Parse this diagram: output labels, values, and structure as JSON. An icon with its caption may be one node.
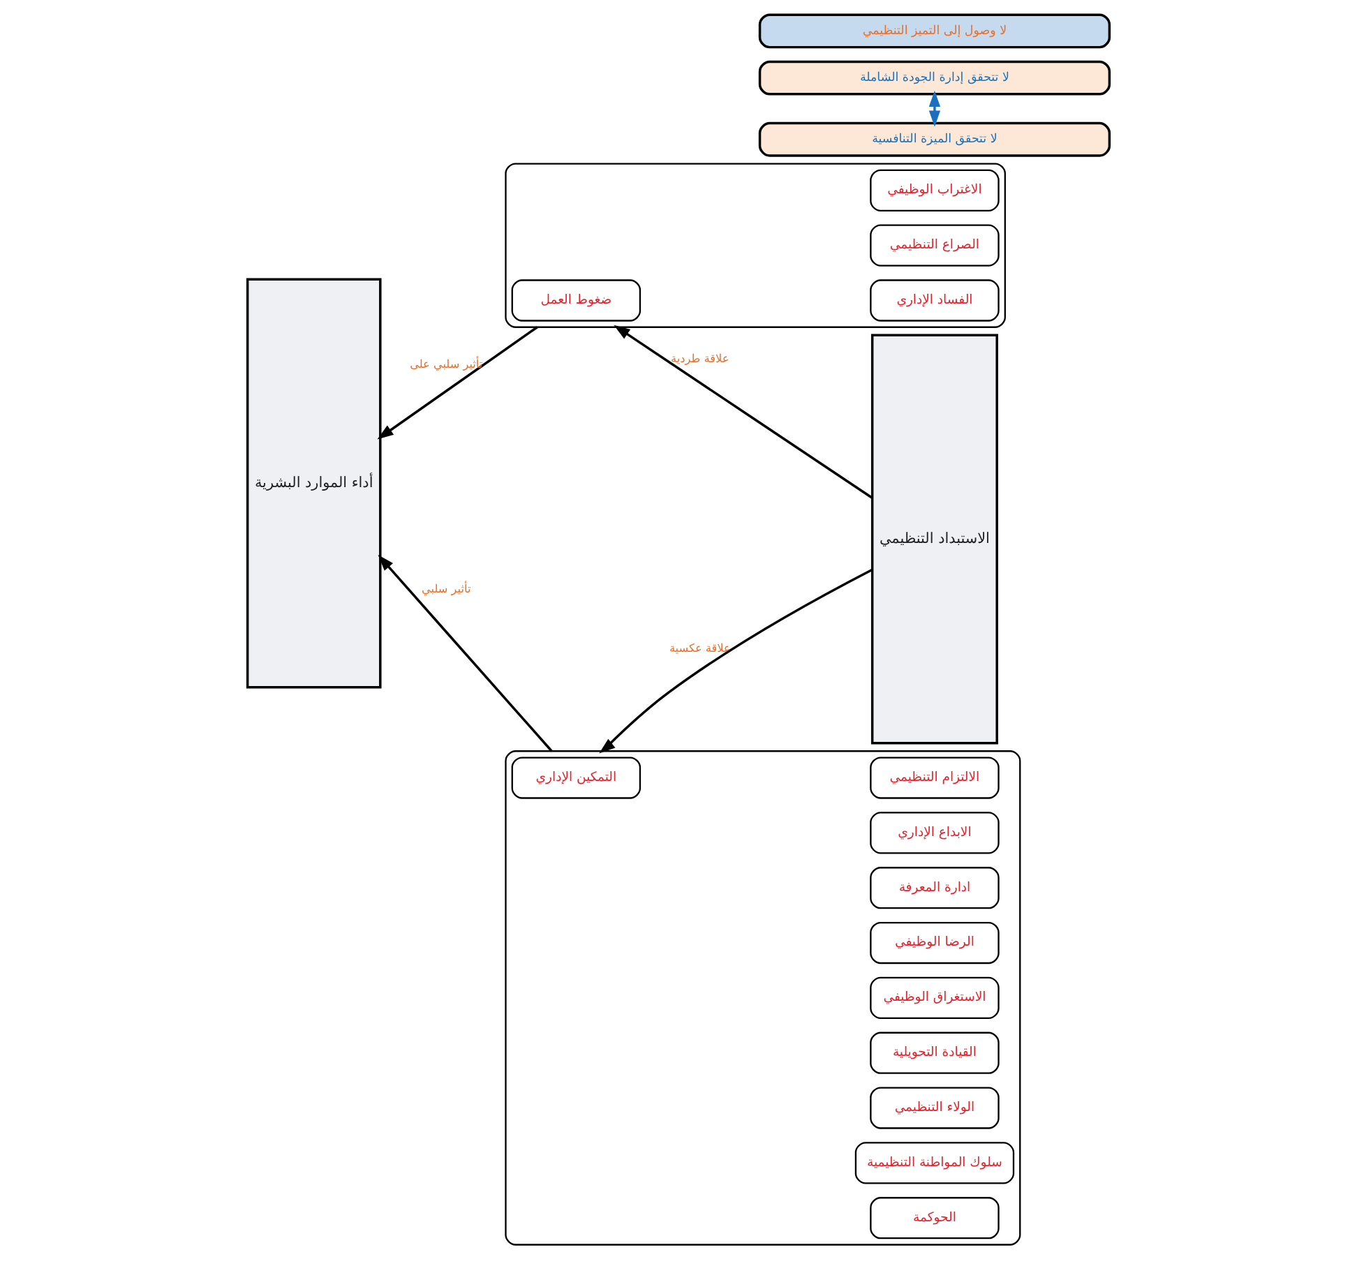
{
  "diagram": {
    "nodes": [
      {
        "text": [
          "الاستبداد التنظيمي"
        ]
      },
      {
        "text": [],
        "shape": "bracket"
      },
      {
        "text": [
          "ضغوط العمل"
        ],
        "in": 1
      },
      {
        "text": [
          "الاغتراب الوظيفي"
        ],
        "in": 1
      },
      {
        "text": [
          "الصراع التنظيمي"
        ],
        "in": 1
      },
      {
        "text": [
          "الفساد الإداري"
        ],
        "in": 1
      },
      {
        "text": [],
        "shape": "bracket"
      },
      {
        "text": [
          "التمكين الإداري"
        ],
        "in": 6
      },
      {
        "text": [
          "الالتزام التنظيمي"
        ],
        "in": 6
      },
      {
        "text": [
          "الابداع الإداري"
        ],
        "in": 6
      },
      {
        "text": [
          "ادارة المعرفة"
        ],
        "in": 6
      },
      {
        "text": [
          "الرضا الوظيفي"
        ],
        "in": 6
      },
      {
        "text": [
          "الاستغراق الوظيفي"
        ],
        "in": 6
      },
      {
        "text": [
          "القيادة التحويلية"
        ],
        "in": 6
      },
      {
        "text": [
          "الولاء التنظيمي"
        ],
        "in": 6
      },
      {
        "text": [
          "سلوك المواطنة التنظيمية"
        ],
        "in": 6
      },
      {
        "text": [
          "الحوكمة"
        ],
        "in": 6
      },
      {
        "text": [
          "أداء الموارد البشرية"
        ]
      },
      {
        "text": [
          "لا تتحقق إدارة الجودة الشاملة"
        ]
      },
      {
        "text": [
          "لا تتحقق الميزة التنافسية"
        ]
      },
      {
        "text": [
          "لا وصول إلى التميز التنظيمي"
        ]
      }
    ],
    "edges": [
      {
        "from": 0,
        "to": 1,
        "arrow": "to",
        "label": "علاقة طردية"
      },
      {
        "from": 1,
        "to": 17,
        "arrow": "to",
        "label": "تأثير سلبي على"
      },
      {
        "from": 0,
        "to": 6,
        "arrow": "to",
        "label": "علاقة عكسية"
      },
      {
        "from": 6,
        "to": 17,
        "arrow": "to",
        "label": "تأثير سلبي"
      },
      {
        "from": 18,
        "to": 19,
        "arrow": "both",
        "color": "#1a6fc0"
      }
    ]
  }
}
